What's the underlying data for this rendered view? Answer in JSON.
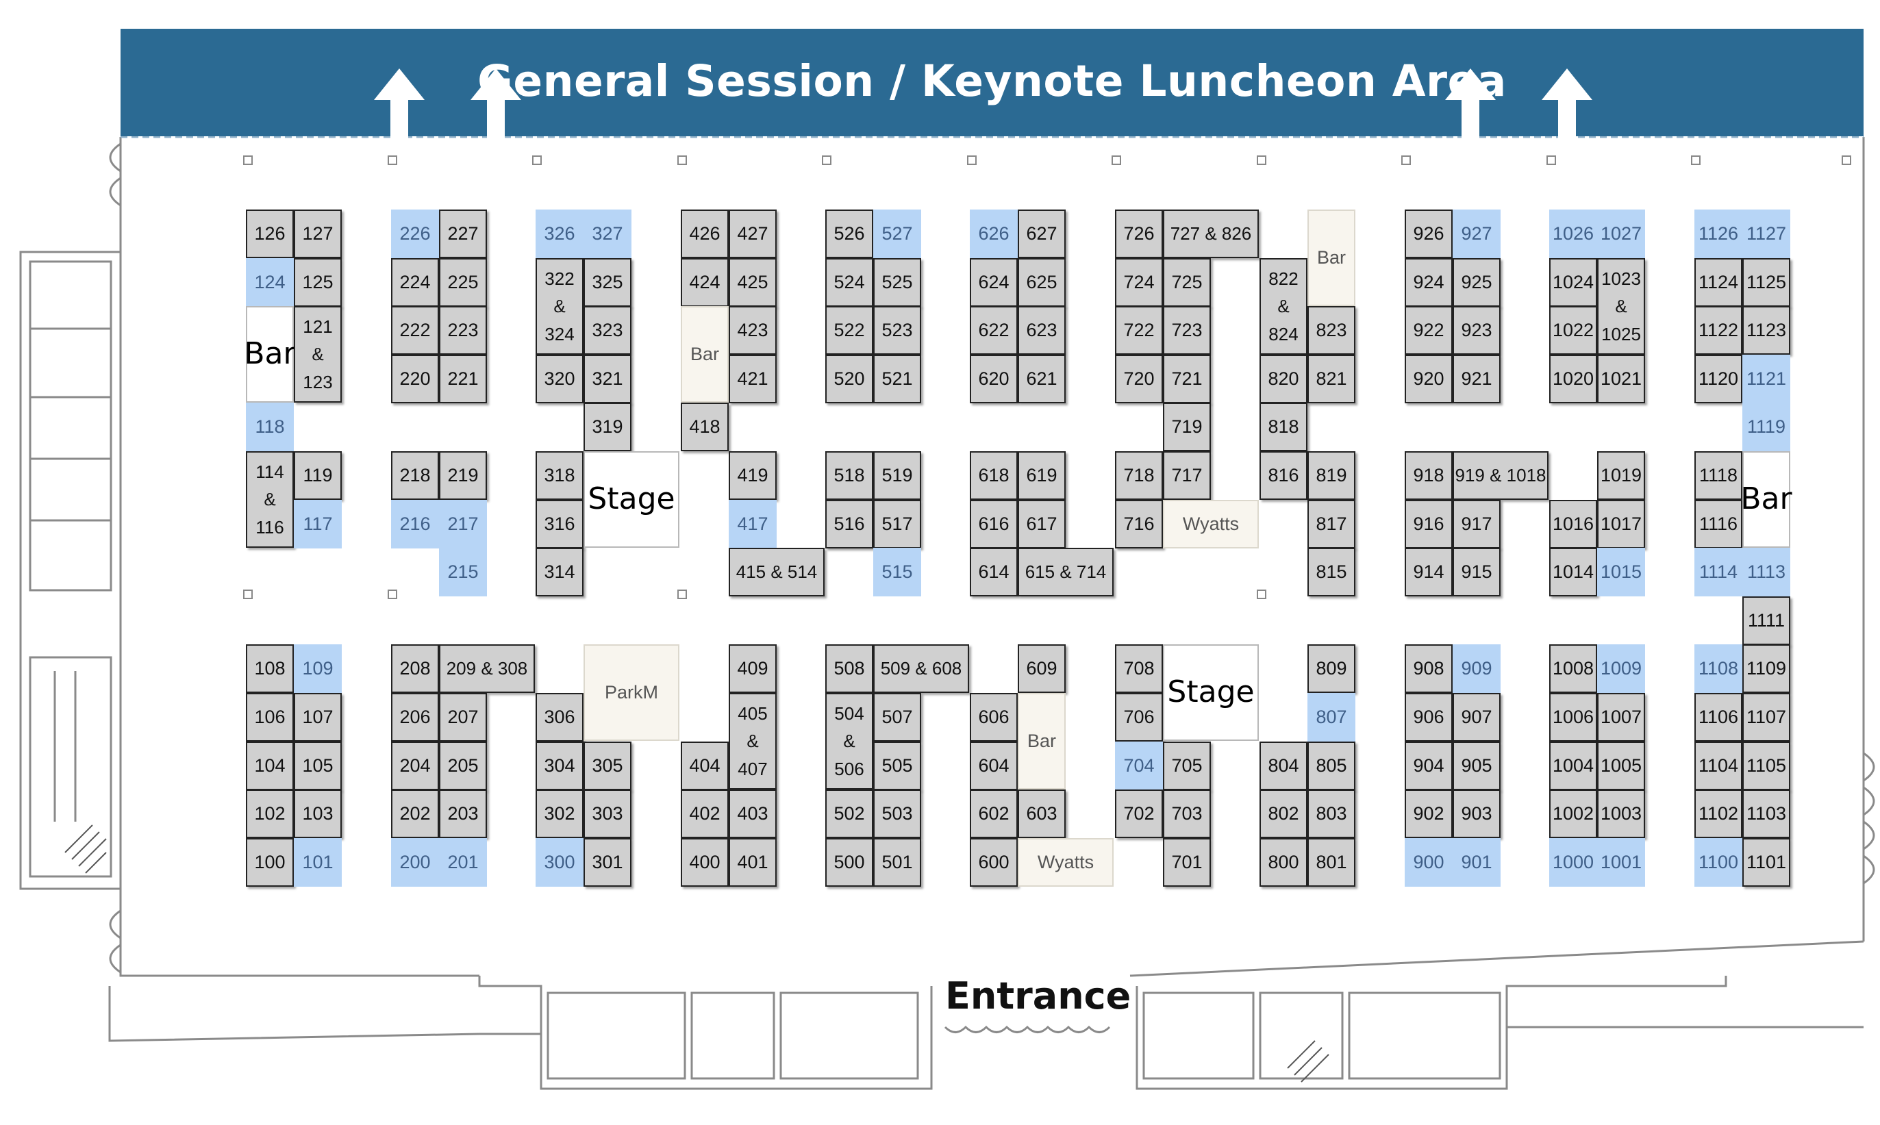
{
  "header": {
    "title": "General Session / Keynote Luncheon Area"
  },
  "entrance_label": "Entrance",
  "colors": {
    "banner": "#2b6a93",
    "booth": "#d0d0d0",
    "booth_available": "#b7d5f6",
    "amenity": "#f8f5ee"
  },
  "icons": [
    "up-arrow-icon"
  ],
  "booths": [
    {
      "label": "126",
      "kind": "gray"
    },
    {
      "label": "124",
      "kind": "blue"
    },
    {
      "label": "Bar",
      "kind": "white"
    },
    {
      "label": "118",
      "kind": "blue"
    },
    {
      "label": "114\n&\n116",
      "kind": "gray"
    },
    {
      "label": "108",
      "kind": "gray"
    },
    {
      "label": "106",
      "kind": "gray"
    },
    {
      "label": "104",
      "kind": "gray"
    },
    {
      "label": "102",
      "kind": "gray"
    },
    {
      "label": "100",
      "kind": "gray"
    },
    {
      "label": "127",
      "kind": "gray"
    },
    {
      "label": "226",
      "kind": "blue"
    },
    {
      "label": "125",
      "kind": "gray"
    },
    {
      "label": "224",
      "kind": "gray"
    },
    {
      "label": "121\n&\n123",
      "kind": "gray"
    },
    {
      "label": "222",
      "kind": "gray"
    },
    {
      "label": "220",
      "kind": "gray"
    },
    {
      "label": "119",
      "kind": "gray"
    },
    {
      "label": "218",
      "kind": "gray"
    },
    {
      "label": "117",
      "kind": "blue"
    },
    {
      "label": "216",
      "kind": "blue"
    },
    {
      "label": "109",
      "kind": "blue"
    },
    {
      "label": "208",
      "kind": "gray"
    },
    {
      "label": "107",
      "kind": "gray"
    },
    {
      "label": "206",
      "kind": "gray"
    },
    {
      "label": "105",
      "kind": "gray"
    },
    {
      "label": "204",
      "kind": "gray"
    },
    {
      "label": "103",
      "kind": "gray"
    },
    {
      "label": "202",
      "kind": "gray"
    },
    {
      "label": "101",
      "kind": "blue"
    },
    {
      "label": "200",
      "kind": "blue"
    },
    {
      "label": "227",
      "kind": "gray"
    },
    {
      "label": "326",
      "kind": "blue"
    },
    {
      "label": "225",
      "kind": "gray"
    },
    {
      "label": "322\n&\n324",
      "kind": "gray"
    },
    {
      "label": "223",
      "kind": "gray"
    },
    {
      "label": "221",
      "kind": "gray"
    },
    {
      "label": "320",
      "kind": "gray"
    },
    {
      "label": "219",
      "kind": "gray"
    },
    {
      "label": "318",
      "kind": "gray"
    },
    {
      "label": "217",
      "kind": "blue"
    },
    {
      "label": "316",
      "kind": "gray"
    },
    {
      "label": "215",
      "kind": "blue"
    },
    {
      "label": "314",
      "kind": "gray"
    },
    {
      "label": "209 & 308",
      "kind": "gray"
    },
    {
      "label": "207",
      "kind": "gray"
    },
    {
      "label": "306",
      "kind": "gray"
    },
    {
      "label": "205",
      "kind": "gray"
    },
    {
      "label": "304",
      "kind": "gray"
    },
    {
      "label": "203",
      "kind": "gray"
    },
    {
      "label": "302",
      "kind": "gray"
    },
    {
      "label": "201",
      "kind": "blue"
    },
    {
      "label": "300",
      "kind": "blue"
    },
    {
      "label": "327",
      "kind": "blue"
    },
    {
      "label": "426",
      "kind": "gray"
    },
    {
      "label": "325",
      "kind": "gray"
    },
    {
      "label": "424",
      "kind": "gray"
    },
    {
      "label": "323",
      "kind": "gray"
    },
    {
      "label": "Bar",
      "kind": "amen"
    },
    {
      "label": "321",
      "kind": "gray"
    },
    {
      "label": "319",
      "kind": "gray"
    },
    {
      "label": "418",
      "kind": "gray"
    },
    {
      "label": "Stage",
      "kind": "white"
    },
    {
      "label": "ParkM",
      "kind": "amen"
    },
    {
      "label": "305",
      "kind": "gray"
    },
    {
      "label": "404",
      "kind": "gray"
    },
    {
      "label": "303",
      "kind": "gray"
    },
    {
      "label": "402",
      "kind": "gray"
    },
    {
      "label": "301",
      "kind": "gray"
    },
    {
      "label": "400",
      "kind": "gray"
    },
    {
      "label": "427",
      "kind": "gray"
    },
    {
      "label": "526",
      "kind": "gray"
    },
    {
      "label": "425",
      "kind": "gray"
    },
    {
      "label": "524",
      "kind": "gray"
    },
    {
      "label": "423",
      "kind": "gray"
    },
    {
      "label": "522",
      "kind": "gray"
    },
    {
      "label": "421",
      "kind": "gray"
    },
    {
      "label": "520",
      "kind": "gray"
    },
    {
      "label": "419",
      "kind": "gray"
    },
    {
      "label": "518",
      "kind": "gray"
    },
    {
      "label": "417",
      "kind": "blue"
    },
    {
      "label": "516",
      "kind": "gray"
    },
    {
      "label": "415 & 514",
      "kind": "gray"
    },
    {
      "label": "409",
      "kind": "gray"
    },
    {
      "label": "508",
      "kind": "gray"
    },
    {
      "label": "405\n&\n407",
      "kind": "gray"
    },
    {
      "label": "504\n&\n506",
      "kind": "gray"
    },
    {
      "label": "403",
      "kind": "gray"
    },
    {
      "label": "502",
      "kind": "gray"
    },
    {
      "label": "401",
      "kind": "gray"
    },
    {
      "label": "500",
      "kind": "gray"
    },
    {
      "label": "527",
      "kind": "blue"
    },
    {
      "label": "626",
      "kind": "blue"
    },
    {
      "label": "525",
      "kind": "gray"
    },
    {
      "label": "624",
      "kind": "gray"
    },
    {
      "label": "523",
      "kind": "gray"
    },
    {
      "label": "622",
      "kind": "gray"
    },
    {
      "label": "521",
      "kind": "gray"
    },
    {
      "label": "620",
      "kind": "gray"
    },
    {
      "label": "519",
      "kind": "gray"
    },
    {
      "label": "618",
      "kind": "gray"
    },
    {
      "label": "517",
      "kind": "gray"
    },
    {
      "label": "616",
      "kind": "gray"
    },
    {
      "label": "515",
      "kind": "blue"
    },
    {
      "label": "614",
      "kind": "gray"
    },
    {
      "label": "509 & 608",
      "kind": "gray"
    },
    {
      "label": "507",
      "kind": "gray"
    },
    {
      "label": "606",
      "kind": "gray"
    },
    {
      "label": "505",
      "kind": "gray"
    },
    {
      "label": "604",
      "kind": "gray"
    },
    {
      "label": "503",
      "kind": "gray"
    },
    {
      "label": "602",
      "kind": "gray"
    },
    {
      "label": "501",
      "kind": "gray"
    },
    {
      "label": "600",
      "kind": "gray"
    },
    {
      "label": "627",
      "kind": "gray"
    },
    {
      "label": "726",
      "kind": "gray"
    },
    {
      "label": "625",
      "kind": "gray"
    },
    {
      "label": "724",
      "kind": "gray"
    },
    {
      "label": "623",
      "kind": "gray"
    },
    {
      "label": "722",
      "kind": "gray"
    },
    {
      "label": "621",
      "kind": "gray"
    },
    {
      "label": "720",
      "kind": "gray"
    },
    {
      "label": "619",
      "kind": "gray"
    },
    {
      "label": "718",
      "kind": "gray"
    },
    {
      "label": "617",
      "kind": "gray"
    },
    {
      "label": "716",
      "kind": "gray"
    },
    {
      "label": "615 & 714",
      "kind": "gray"
    },
    {
      "label": "609",
      "kind": "gray"
    },
    {
      "label": "708",
      "kind": "gray"
    },
    {
      "label": "Bar",
      "kind": "amen"
    },
    {
      "label": "706",
      "kind": "gray"
    },
    {
      "label": "704",
      "kind": "blue"
    },
    {
      "label": "603",
      "kind": "gray"
    },
    {
      "label": "702",
      "kind": "gray"
    },
    {
      "label": "Wyatts",
      "kind": "amen"
    },
    {
      "label": "727 & 826",
      "kind": "gray"
    },
    {
      "label": "725",
      "kind": "gray"
    },
    {
      "label": "822\n&\n824",
      "kind": "gray"
    },
    {
      "label": "723",
      "kind": "gray"
    },
    {
      "label": "721",
      "kind": "gray"
    },
    {
      "label": "820",
      "kind": "gray"
    },
    {
      "label": "719",
      "kind": "gray"
    },
    {
      "label": "818",
      "kind": "gray"
    },
    {
      "label": "717",
      "kind": "gray"
    },
    {
      "label": "816",
      "kind": "gray"
    },
    {
      "label": "Wyatts",
      "kind": "amen"
    },
    {
      "label": "Stage",
      "kind": "white"
    },
    {
      "label": "705",
      "kind": "gray"
    },
    {
      "label": "804",
      "kind": "gray"
    },
    {
      "label": "703",
      "kind": "gray"
    },
    {
      "label": "802",
      "kind": "gray"
    },
    {
      "label": "701",
      "kind": "gray"
    },
    {
      "label": "800",
      "kind": "gray"
    },
    {
      "label": "Bar",
      "kind": "amen"
    },
    {
      "label": "926",
      "kind": "gray"
    },
    {
      "label": "924",
      "kind": "gray"
    },
    {
      "label": "823",
      "kind": "gray"
    },
    {
      "label": "922",
      "kind": "gray"
    },
    {
      "label": "821",
      "kind": "gray"
    },
    {
      "label": "920",
      "kind": "gray"
    },
    {
      "label": "819",
      "kind": "gray"
    },
    {
      "label": "918",
      "kind": "gray"
    },
    {
      "label": "817",
      "kind": "gray"
    },
    {
      "label": "916",
      "kind": "gray"
    },
    {
      "label": "815",
      "kind": "gray"
    },
    {
      "label": "914",
      "kind": "gray"
    },
    {
      "label": "809",
      "kind": "gray"
    },
    {
      "label": "908",
      "kind": "gray"
    },
    {
      "label": "807",
      "kind": "blue"
    },
    {
      "label": "906",
      "kind": "gray"
    },
    {
      "label": "805",
      "kind": "gray"
    },
    {
      "label": "904",
      "kind": "gray"
    },
    {
      "label": "803",
      "kind": "gray"
    },
    {
      "label": "902",
      "kind": "gray"
    },
    {
      "label": "801",
      "kind": "gray"
    },
    {
      "label": "900",
      "kind": "blue"
    },
    {
      "label": "927",
      "kind": "blue"
    },
    {
      "label": "1026",
      "kind": "blue"
    },
    {
      "label": "925",
      "kind": "gray"
    },
    {
      "label": "1024",
      "kind": "gray"
    },
    {
      "label": "923",
      "kind": "gray"
    },
    {
      "label": "1022",
      "kind": "gray"
    },
    {
      "label": "921",
      "kind": "gray"
    },
    {
      "label": "1020",
      "kind": "gray"
    },
    {
      "label": "919 & 1018",
      "kind": "gray"
    },
    {
      "label": "917",
      "kind": "gray"
    },
    {
      "label": "1016",
      "kind": "gray"
    },
    {
      "label": "915",
      "kind": "gray"
    },
    {
      "label": "1014",
      "kind": "gray"
    },
    {
      "label": "909",
      "kind": "blue"
    },
    {
      "label": "1008",
      "kind": "gray"
    },
    {
      "label": "907",
      "kind": "gray"
    },
    {
      "label": "1006",
      "kind": "gray"
    },
    {
      "label": "905",
      "kind": "gray"
    },
    {
      "label": "1004",
      "kind": "gray"
    },
    {
      "label": "903",
      "kind": "gray"
    },
    {
      "label": "1002",
      "kind": "gray"
    },
    {
      "label": "901",
      "kind": "blue"
    },
    {
      "label": "1000",
      "kind": "blue"
    },
    {
      "label": "1027",
      "kind": "blue"
    },
    {
      "label": "1126",
      "kind": "blue"
    },
    {
      "label": "1023\n&\n1025",
      "kind": "gray"
    },
    {
      "label": "1124",
      "kind": "gray"
    },
    {
      "label": "1122",
      "kind": "gray"
    },
    {
      "label": "1021",
      "kind": "gray"
    },
    {
      "label": "1120",
      "kind": "gray"
    },
    {
      "label": "1019",
      "kind": "gray"
    },
    {
      "label": "1118",
      "kind": "gray"
    },
    {
      "label": "1017",
      "kind": "gray"
    },
    {
      "label": "1116",
      "kind": "gray"
    },
    {
      "label": "1015",
      "kind": "blue"
    },
    {
      "label": "1114",
      "kind": "blue"
    },
    {
      "label": "1009",
      "kind": "blue"
    },
    {
      "label": "1108",
      "kind": "blue"
    },
    {
      "label": "1007",
      "kind": "gray"
    },
    {
      "label": "1106",
      "kind": "gray"
    },
    {
      "label": "1005",
      "kind": "gray"
    },
    {
      "label": "1104",
      "kind": "gray"
    },
    {
      "label": "1003",
      "kind": "gray"
    },
    {
      "label": "1102",
      "kind": "gray"
    },
    {
      "label": "1001",
      "kind": "blue"
    },
    {
      "label": "1100",
      "kind": "blue"
    },
    {
      "label": "1127",
      "kind": "blue"
    },
    {
      "label": "1125",
      "kind": "gray"
    },
    {
      "label": "1123",
      "kind": "gray"
    },
    {
      "label": "1121",
      "kind": "blue"
    },
    {
      "label": "1119",
      "kind": "blue"
    },
    {
      "label": "Bar",
      "kind": "white"
    },
    {
      "label": "1113",
      "kind": "blue"
    },
    {
      "label": "1111",
      "kind": "gray"
    },
    {
      "label": "1109",
      "kind": "gray"
    },
    {
      "label": "1107",
      "kind": "gray"
    },
    {
      "label": "1105",
      "kind": "gray"
    },
    {
      "label": "1103",
      "kind": "gray"
    },
    {
      "label": "1101",
      "kind": "gray"
    }
  ]
}
